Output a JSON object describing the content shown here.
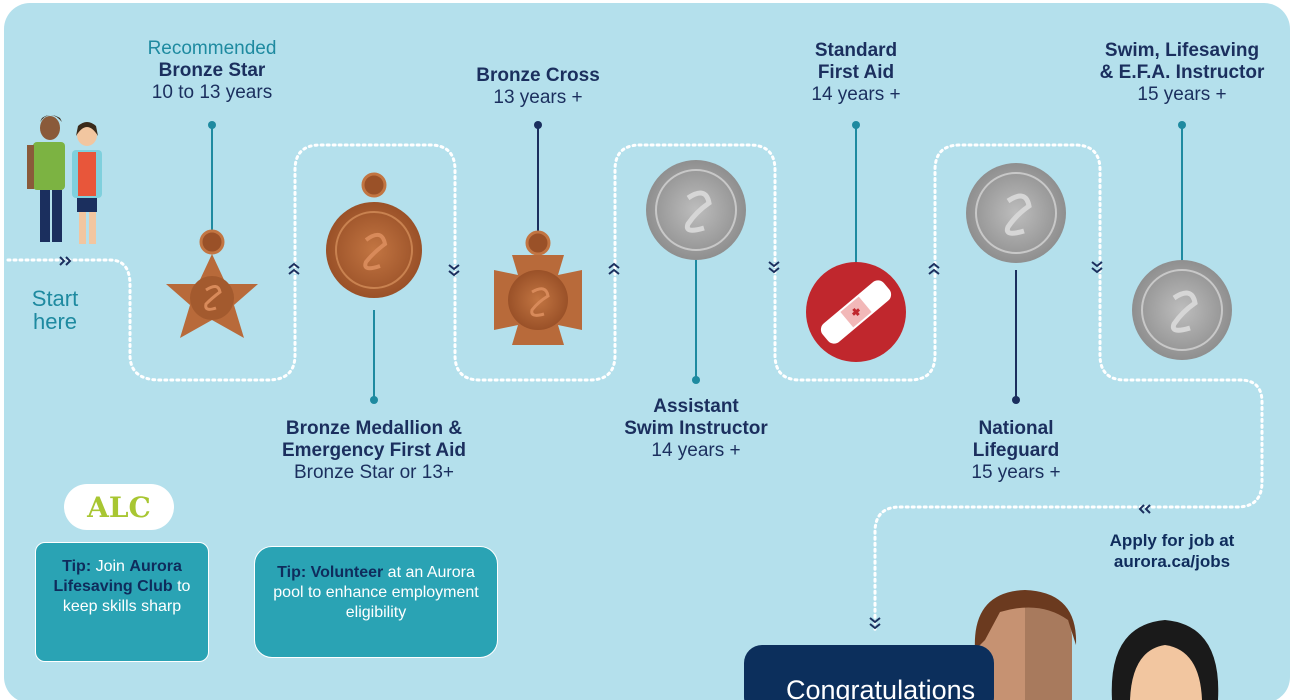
{
  "start": {
    "line1": "Start",
    "line2": "here"
  },
  "milestones": [
    {
      "recommended": "Recommended",
      "name": "Bronze Star",
      "req": "10 to 13 years"
    },
    {
      "name1": "Bronze Medallion &",
      "name2": "Emergency First Aid",
      "req": "Bronze Star or 13+"
    },
    {
      "name": "Bronze Cross",
      "req": "13 years +"
    },
    {
      "name1": "Assistant",
      "name2": "Swim Instructor",
      "req": "14 years +"
    },
    {
      "name1": "Standard",
      "name2": "First Aid",
      "req": "14 years +"
    },
    {
      "name1": "National",
      "name2": "Lifeguard",
      "req": "15 years +"
    },
    {
      "name1": "Swim, Lifesaving",
      "name2": "& E.F.A. Instructor",
      "req": "15 years +"
    }
  ],
  "tips": [
    {
      "prefix": "Tip:",
      "t1": " Join ",
      "club": "Aurora Lifesaving Club",
      "t2": " to keep skills sharp"
    },
    {
      "prefix": "Tip:",
      "t1": " ",
      "vol": "Volunteer",
      "t2": " at an Aurora pool to enhance employment eligibility"
    }
  ],
  "club_logo": "ALC",
  "apply": {
    "line1": "Apply for job at",
    "line2": "aurora.ca/jobs"
  },
  "congrats": "Congratulations",
  "arrows": {
    "start": "»",
    "up": "≈",
    "apply": "«"
  },
  "colors": {
    "background": "#b4e0ec",
    "navy": "#1b2f5e",
    "teal": "#1e8aa0",
    "bronze": "#b86a3a",
    "silver": "#a8a8a8",
    "first_aid_red": "#c0272d",
    "tip_box": "#2aa3b4"
  }
}
